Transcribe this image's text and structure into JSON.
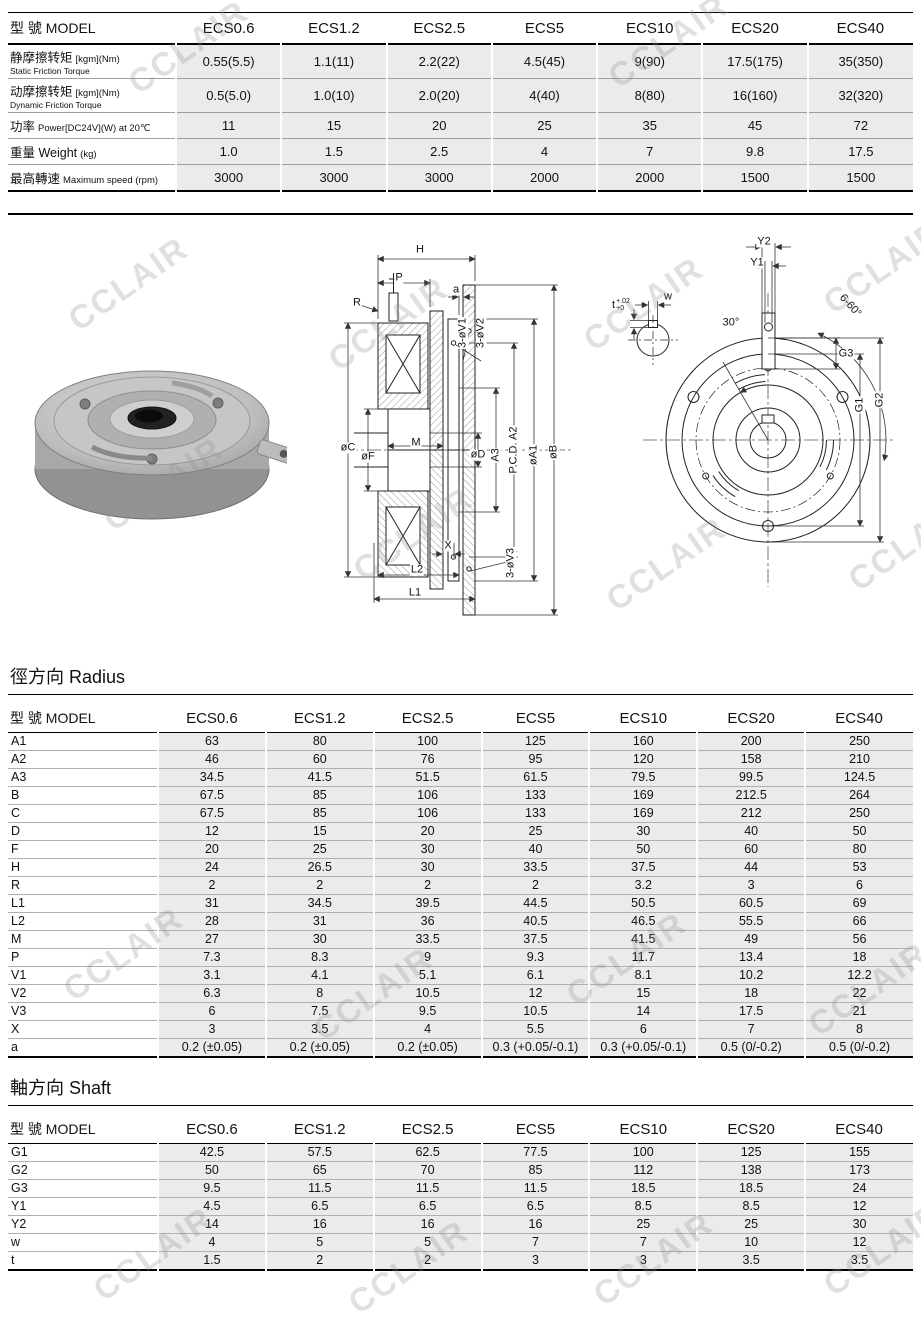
{
  "watermark_text": "CCLAIR",
  "spec_table": {
    "header_label": "型 號 MODEL",
    "models": [
      "ECS0.6",
      "ECS1.2",
      "ECS2.5",
      "ECS5",
      "ECS10",
      "ECS20",
      "ECS40"
    ],
    "rows": [
      {
        "label": "静摩擦转矩",
        "unit": "[kgm](Nm)",
        "sub": "Static Friction Torque",
        "values": [
          "0.55(5.5)",
          "1.1(11)",
          "2.2(22)",
          "4.5(45)",
          "9(90)",
          "17.5(175)",
          "35(350)"
        ]
      },
      {
        "label": "动摩擦转矩",
        "unit": "[kgm](Nm)",
        "sub": "Dynamic Friction Torque",
        "values": [
          "0.5(5.0)",
          "1.0(10)",
          "2.0(20)",
          "4(40)",
          "8(80)",
          "16(160)",
          "32(320)"
        ]
      },
      {
        "label": "功率",
        "unit": "Power[DC24V](W) at 20℃",
        "values": [
          "11",
          "15",
          "20",
          "25",
          "35",
          "45",
          "72"
        ]
      },
      {
        "label": "重量 Weight",
        "unit": "(kg)",
        "values": [
          "1.0",
          "1.5",
          "2.5",
          "4",
          "7",
          "9.8",
          "17.5"
        ]
      },
      {
        "label": "最高轉速",
        "unit": "Maximum speed (rpm)",
        "values": [
          "3000",
          "3000",
          "3000",
          "2000",
          "2000",
          "1500",
          "1500"
        ]
      }
    ]
  },
  "radius_section": {
    "title": "徑方向  Radius"
  },
  "shaft_section": {
    "title": "軸方向  Shaft"
  },
  "radius_table": {
    "header_label": "型 號 MODEL",
    "models": [
      "ECS0.6",
      "ECS1.2",
      "ECS2.5",
      "ECS5",
      "ECS10",
      "ECS20",
      "ECS40"
    ],
    "rows": [
      {
        "label": "A1",
        "values": [
          "63",
          "80",
          "100",
          "125",
          "160",
          "200",
          "250"
        ]
      },
      {
        "label": "A2",
        "values": [
          "46",
          "60",
          "76",
          "95",
          "120",
          "158",
          "210"
        ]
      },
      {
        "label": "A3",
        "values": [
          "34.5",
          "41.5",
          "51.5",
          "61.5",
          "79.5",
          "99.5",
          "124.5"
        ]
      },
      {
        "label": "B",
        "values": [
          "67.5",
          "85",
          "106",
          "133",
          "169",
          "212.5",
          "264"
        ]
      },
      {
        "label": "C",
        "values": [
          "67.5",
          "85",
          "106",
          "133",
          "169",
          "212",
          "250"
        ]
      },
      {
        "label": "D",
        "values": [
          "12",
          "15",
          "20",
          "25",
          "30",
          "40",
          "50"
        ]
      },
      {
        "label": "F",
        "values": [
          "20",
          "25",
          "30",
          "40",
          "50",
          "60",
          "80"
        ]
      },
      {
        "label": "H",
        "values": [
          "24",
          "26.5",
          "30",
          "33.5",
          "37.5",
          "44",
          "53"
        ]
      },
      {
        "label": "R",
        "values": [
          "2",
          "2",
          "2",
          "2",
          "3.2",
          "3",
          "6"
        ]
      },
      {
        "label": "L1",
        "values": [
          "31",
          "34.5",
          "39.5",
          "44.5",
          "50.5",
          "60.5",
          "69"
        ]
      },
      {
        "label": "L2",
        "values": [
          "28",
          "31",
          "36",
          "40.5",
          "46.5",
          "55.5",
          "66"
        ]
      },
      {
        "label": "M",
        "values": [
          "27",
          "30",
          "33.5",
          "37.5",
          "41.5",
          "49",
          "56"
        ]
      },
      {
        "label": "P",
        "values": [
          "7.3",
          "8.3",
          "9",
          "9.3",
          "11.7",
          "13.4",
          "18"
        ]
      },
      {
        "label": "V1",
        "values": [
          "3.1",
          "4.1",
          "5.1",
          "6.1",
          "8.1",
          "10.2",
          "12.2"
        ]
      },
      {
        "label": "V2",
        "values": [
          "6.3",
          "8",
          "10.5",
          "12",
          "15",
          "18",
          "22"
        ]
      },
      {
        "label": "V3",
        "values": [
          "6",
          "7.5",
          "9.5",
          "10.5",
          "14",
          "17.5",
          "21"
        ]
      },
      {
        "label": "X",
        "values": [
          "3",
          "3.5",
          "4",
          "5.5",
          "6",
          "7",
          "8"
        ]
      },
      {
        "label": "a",
        "values": [
          "0.2 (±0.05)",
          "0.2 (±0.05)",
          "0.2 (±0.05)",
          "0.3 (+0.05/-0.1)",
          "0.3 (+0.05/-0.1)",
          "0.5 (0/-0.2)",
          "0.5 (0/-0.2)"
        ]
      }
    ]
  },
  "shaft_table": {
    "header_label": "型 號 MODEL",
    "models": [
      "ECS0.6",
      "ECS1.2",
      "ECS2.5",
      "ECS5",
      "ECS10",
      "ECS20",
      "ECS40"
    ],
    "rows": [
      {
        "label": "G1",
        "values": [
          "42.5",
          "57.5",
          "62.5",
          "77.5",
          "100",
          "125",
          "155"
        ]
      },
      {
        "label": "G2",
        "values": [
          "50",
          "65",
          "70",
          "85",
          "112",
          "138",
          "173"
        ]
      },
      {
        "label": "G3",
        "values": [
          "9.5",
          "11.5",
          "11.5",
          "11.5",
          "18.5",
          "18.5",
          "24"
        ]
      },
      {
        "label": "Y1",
        "values": [
          "4.5",
          "6.5",
          "6.5",
          "6.5",
          "8.5",
          "8.5",
          "12"
        ]
      },
      {
        "label": "Y2",
        "values": [
          "14",
          "16",
          "16",
          "16",
          "25",
          "25",
          "30"
        ]
      },
      {
        "label": "w",
        "values": [
          "4",
          "5",
          "5",
          "7",
          "7",
          "10",
          "12"
        ]
      },
      {
        "label": "t",
        "values": [
          "1.5",
          "2",
          "2",
          "3",
          "3",
          "3.5",
          "3.5"
        ]
      }
    ]
  },
  "diagram": {
    "side": {
      "h": "H",
      "p": "P",
      "r": "R",
      "a": "a",
      "v1": "3-øV1",
      "v2": "3-øV2",
      "v3": "3-øV3",
      "oc": "øC",
      "of": "øF",
      "m": "M",
      "od": "øD",
      "a3": "A3",
      "pcd": "P.C.D. A2",
      "oa1": "øA1",
      "ob": "øB",
      "l2": "L2",
      "x": "X",
      "l1": "L1"
    },
    "front": {
      "y2": "Y2",
      "y1": "Y1",
      "t": "t",
      "t_tol_top": "+.02",
      "t_tol_bot": "+0",
      "w": "w",
      "deg30": "30°",
      "holes": "6-60°",
      "g3": "G3",
      "g2": "G2",
      "g1": "G1"
    }
  }
}
